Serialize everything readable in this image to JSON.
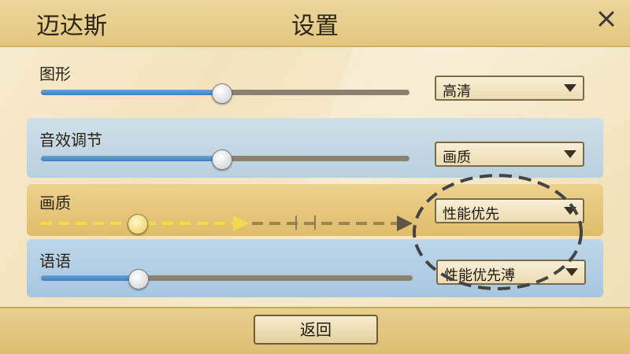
{
  "header": {
    "app_title": "迈达斯",
    "window_title": "设置",
    "close_icon": "close-icon"
  },
  "settings": {
    "graphics": {
      "label": "图形",
      "slider_value": 0.49,
      "select_value": "高清"
    },
    "audio": {
      "label": "音效调节",
      "slider_value": 0.49,
      "select_value": "画质"
    },
    "quality": {
      "label": "画质",
      "slider_value": 0.26,
      "select_value": "性能优先"
    },
    "language": {
      "label": "语语",
      "slider_value": 0.26,
      "select_value": "性能优先溥"
    }
  },
  "footer": {
    "back_label": "返回"
  },
  "colors": {
    "slider_fill": "#3f7fbf",
    "slider_track": "#8a8170",
    "highlight_yellow": "#f0d44a",
    "annotation_ring": "#444444"
  }
}
